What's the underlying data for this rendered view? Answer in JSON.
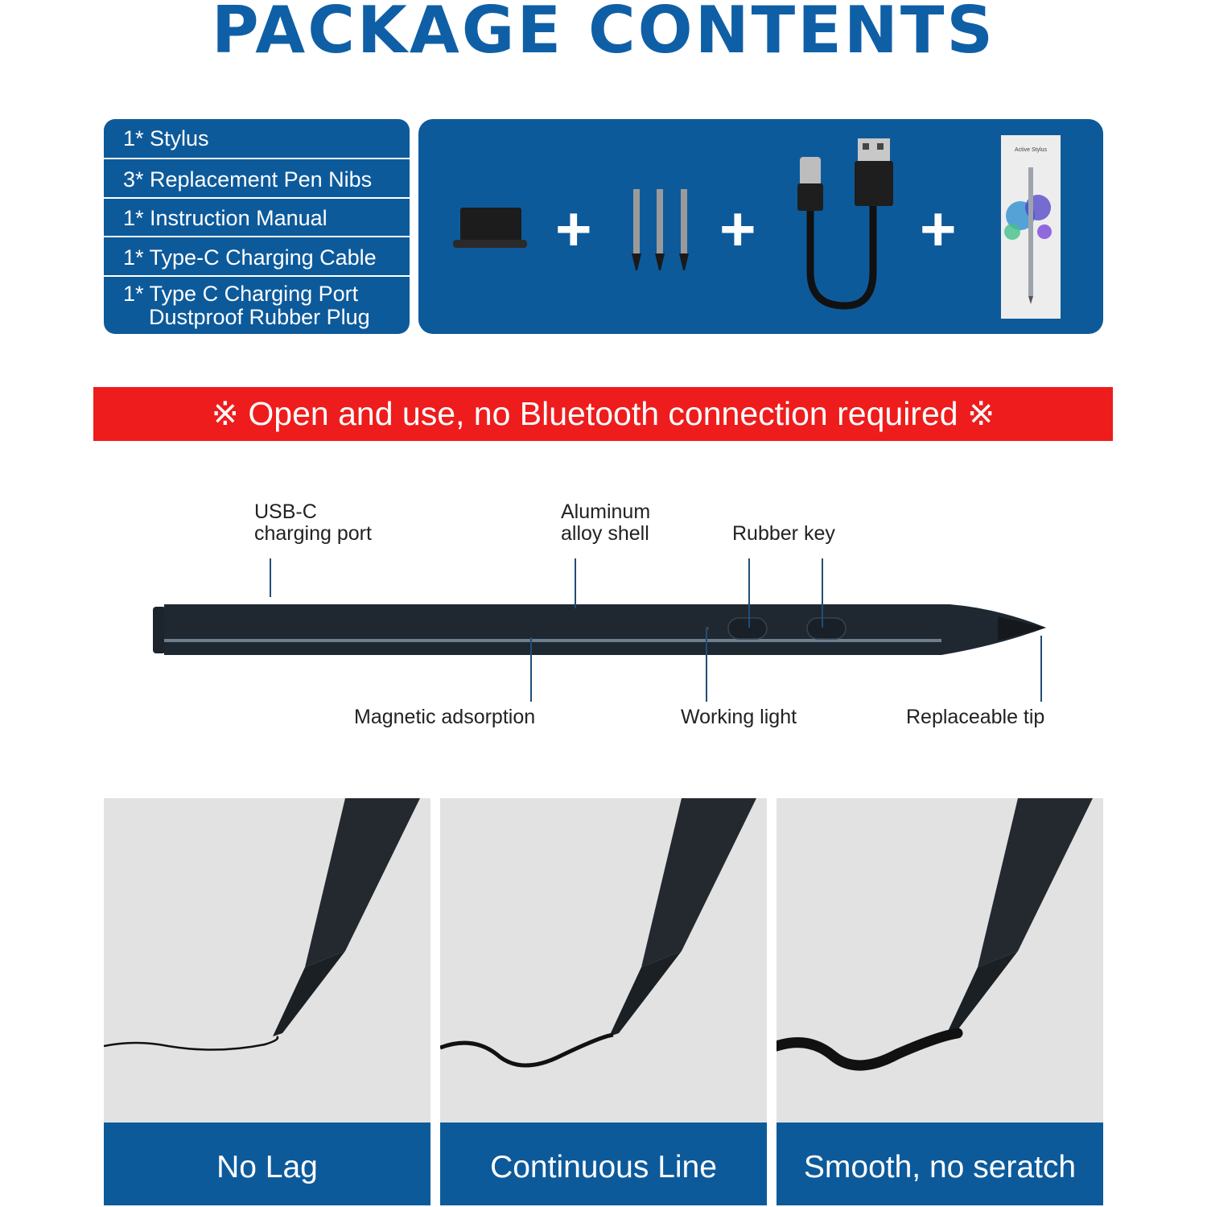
{
  "title": "PACKAGE CONTENTS",
  "contents_list": [
    {
      "line1": "1* Stylus"
    },
    {
      "line1": "3* Replacement Pen Nibs"
    },
    {
      "line1": "1* Instruction Manual"
    },
    {
      "line1": "1* Type-C Charging Cable"
    },
    {
      "line1": "1* Type C Charging Port",
      "line2": "Dustproof Rubber Plug"
    }
  ],
  "items_row": {
    "plus_sign": "+",
    "manual_box_label": "Active Stylus"
  },
  "banner": "※ Open and use, no Bluetooth connection required ※",
  "diagram": {
    "usb_port": {
      "line1": "USB-C",
      "line2": "charging port"
    },
    "shell": {
      "line1": "Aluminum",
      "line2": "alloy shell"
    },
    "rubber_key": "Rubber key",
    "magnetic": "Magnetic adsorption",
    "working_light": "Working light",
    "tip": "Replaceable tip"
  },
  "features": [
    {
      "caption": "No Lag"
    },
    {
      "caption": "Continuous Line"
    },
    {
      "caption": "Smooth, no seratch"
    }
  ],
  "colors": {
    "brand_blue": "#0d5a9b",
    "title_blue": "#0f5fa6",
    "banner_red": "#ee1c1c",
    "card_grey": "#e2e2e2"
  }
}
